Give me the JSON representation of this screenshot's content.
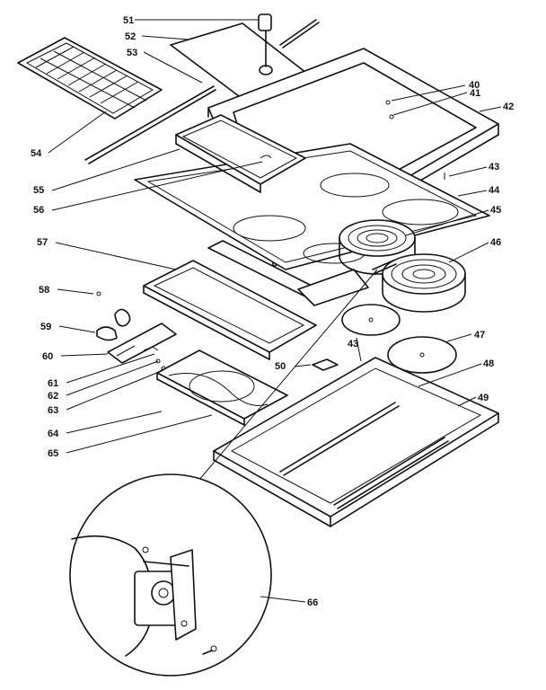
{
  "labels": {
    "l51": "51",
    "l52": "52",
    "l53": "53",
    "l54": "54",
    "l40": "40",
    "l41": "41",
    "l42": "42",
    "l43a": "43",
    "l44": "44",
    "l45": "45",
    "l46": "46",
    "l47": "47",
    "l48": "48",
    "l49": "49",
    "l43b": "43",
    "l50": "50",
    "l55": "55",
    "l56": "56",
    "l57": "57",
    "l58": "58",
    "l59": "59",
    "l60": "60",
    "l61": "61",
    "l62": "62",
    "l63": "63",
    "l64": "64",
    "l65": "65",
    "l66": "66"
  }
}
